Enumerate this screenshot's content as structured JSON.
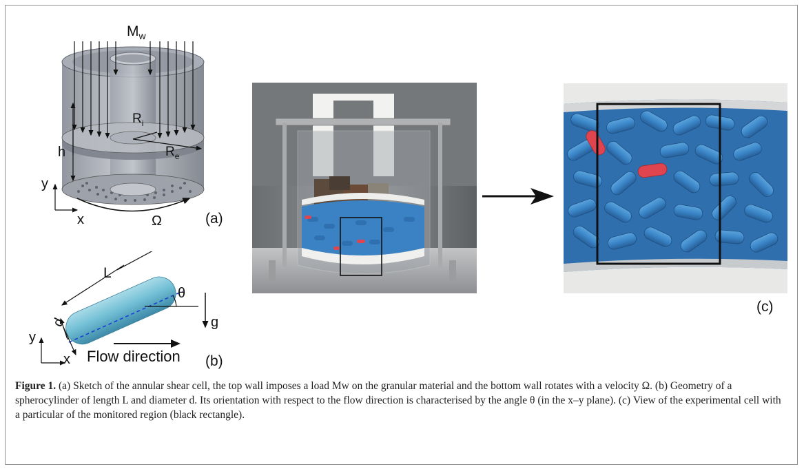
{
  "panel_a": {
    "load_label": "Mw",
    "load_label_main": "M",
    "load_label_sub": "w",
    "inner_radius_label": "R",
    "inner_radius_sub": "i",
    "outer_radius_label": "R",
    "outer_radius_sub": "e",
    "height_label": "h",
    "axis_x": "x",
    "axis_y": "y",
    "rotation_label": "Ω",
    "panel_tag": "(a)"
  },
  "panel_b": {
    "length_label": "L",
    "angle_label": "θ",
    "diameter_label": "d",
    "gravity_label": "g",
    "axis_x": "x",
    "axis_y": "y",
    "flow_label": "Flow direction",
    "panel_tag": "(b)"
  },
  "panel_c": {
    "panel_tag": "(c)"
  },
  "caption": {
    "figure_label": "Figure 1.",
    "text": "(a) Sketch of the annular shear cell, the top wall imposes a load Mw on the granular material and the bottom wall rotates with a velocity Ω. (b) Geometry of a spherocylinder of length L and diameter d. Its orientation with respect to the flow direction is characterised by the angle θ (in the x–y plane). (c) View of the experimental cell with a particular of the monitored region (black rectangle)."
  },
  "colors": {
    "particle_blue": "#2e7fc4",
    "particle_red": "#e0454f",
    "cell_gray": "#8a8f99",
    "flow_line": "#1a3fd6"
  }
}
